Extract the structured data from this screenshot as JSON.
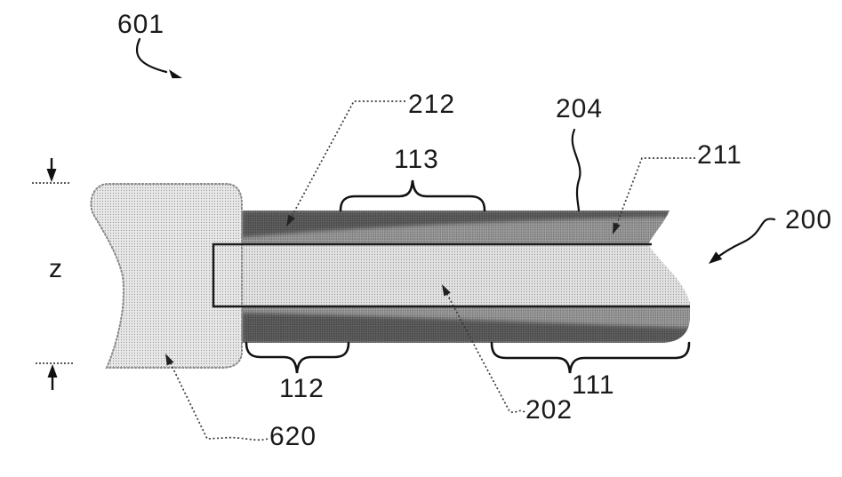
{
  "figure": {
    "kind": "patent-cross-section-diagram",
    "labels": {
      "ref_601": "601",
      "ref_212": "212",
      "ref_113": "113",
      "ref_204": "204",
      "ref_211": "211",
      "ref_200": "200",
      "dim_z": "z",
      "ref_112": "112",
      "ref_111": "111",
      "ref_202": "202",
      "ref_620": "620"
    },
    "colors": {
      "background": "#ffffff",
      "ink": "#1a1a1a",
      "layer_dark": "#616161",
      "layer_mid_gray": "#a0a0a0",
      "layer_light": "#e4e4e4",
      "block_fill": "#eaeaea"
    }
  }
}
